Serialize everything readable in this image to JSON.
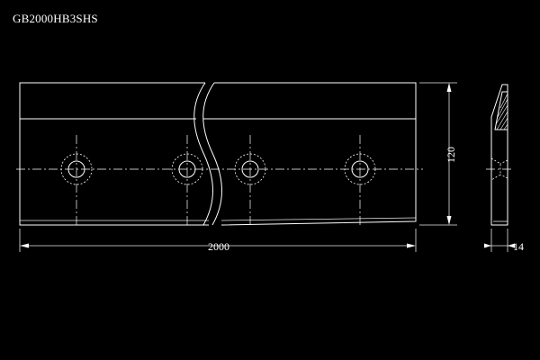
{
  "drawing": {
    "title": "GB2000HB3SHS",
    "dimensions": {
      "length": "2000",
      "width": "120",
      "thickness": "14"
    },
    "line_color": "#ffffff",
    "background_color": "#000000"
  }
}
